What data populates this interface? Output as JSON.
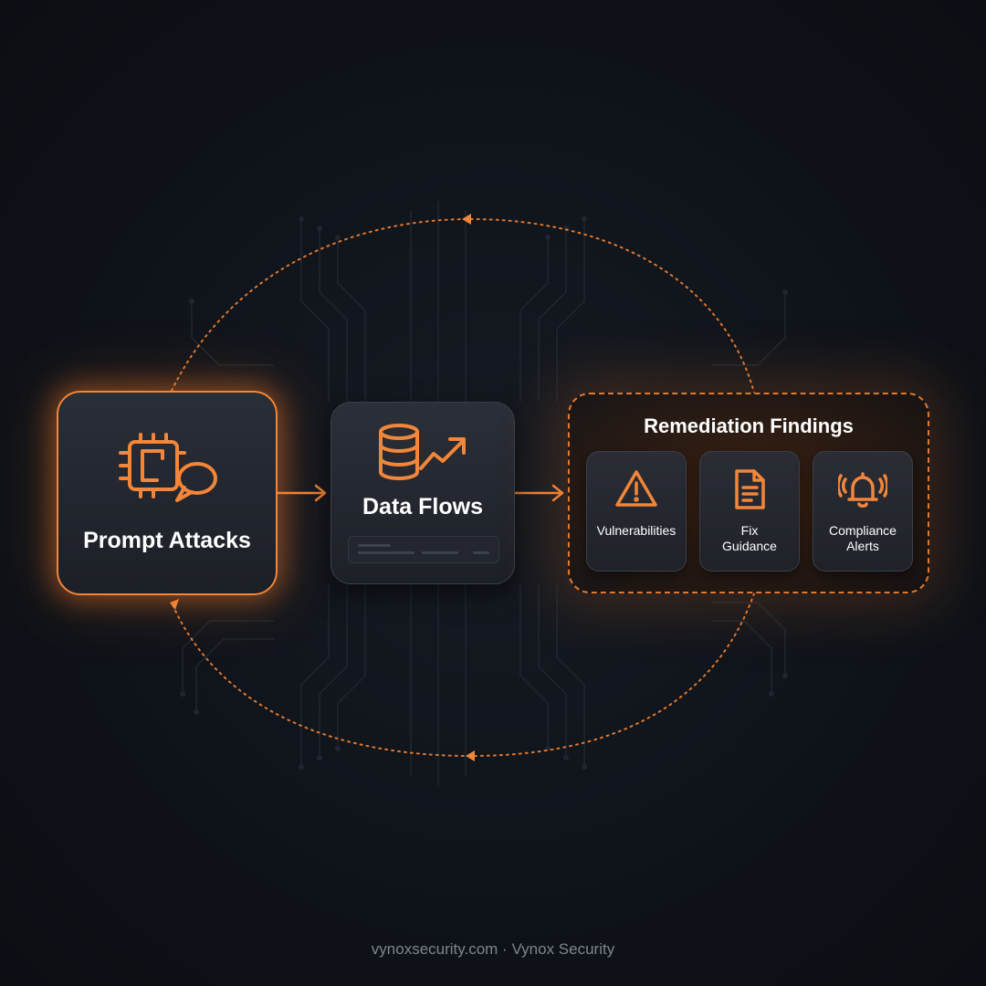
{
  "nodes": {
    "prompt_attacks": {
      "label": "Prompt Attacks",
      "icon": "chip-chat-icon"
    },
    "data_flows": {
      "label": "Data Flows",
      "icon": "database-trend-icon"
    },
    "remediation": {
      "title": "Remediation Findings",
      "items": [
        {
          "line1": "Vulnerabilities",
          "line2": "",
          "icon": "warning-icon"
        },
        {
          "line1": "Fix",
          "line2": "Guidance",
          "icon": "document-icon"
        },
        {
          "line1": "Compliance",
          "line2": "Alerts",
          "icon": "alarm-bell-icon"
        }
      ]
    }
  },
  "footer": "vynoxsecurity.com · Vynox Security",
  "colors": {
    "accent": "#f2863a",
    "background": "#0e1218",
    "card": "#23262e"
  }
}
